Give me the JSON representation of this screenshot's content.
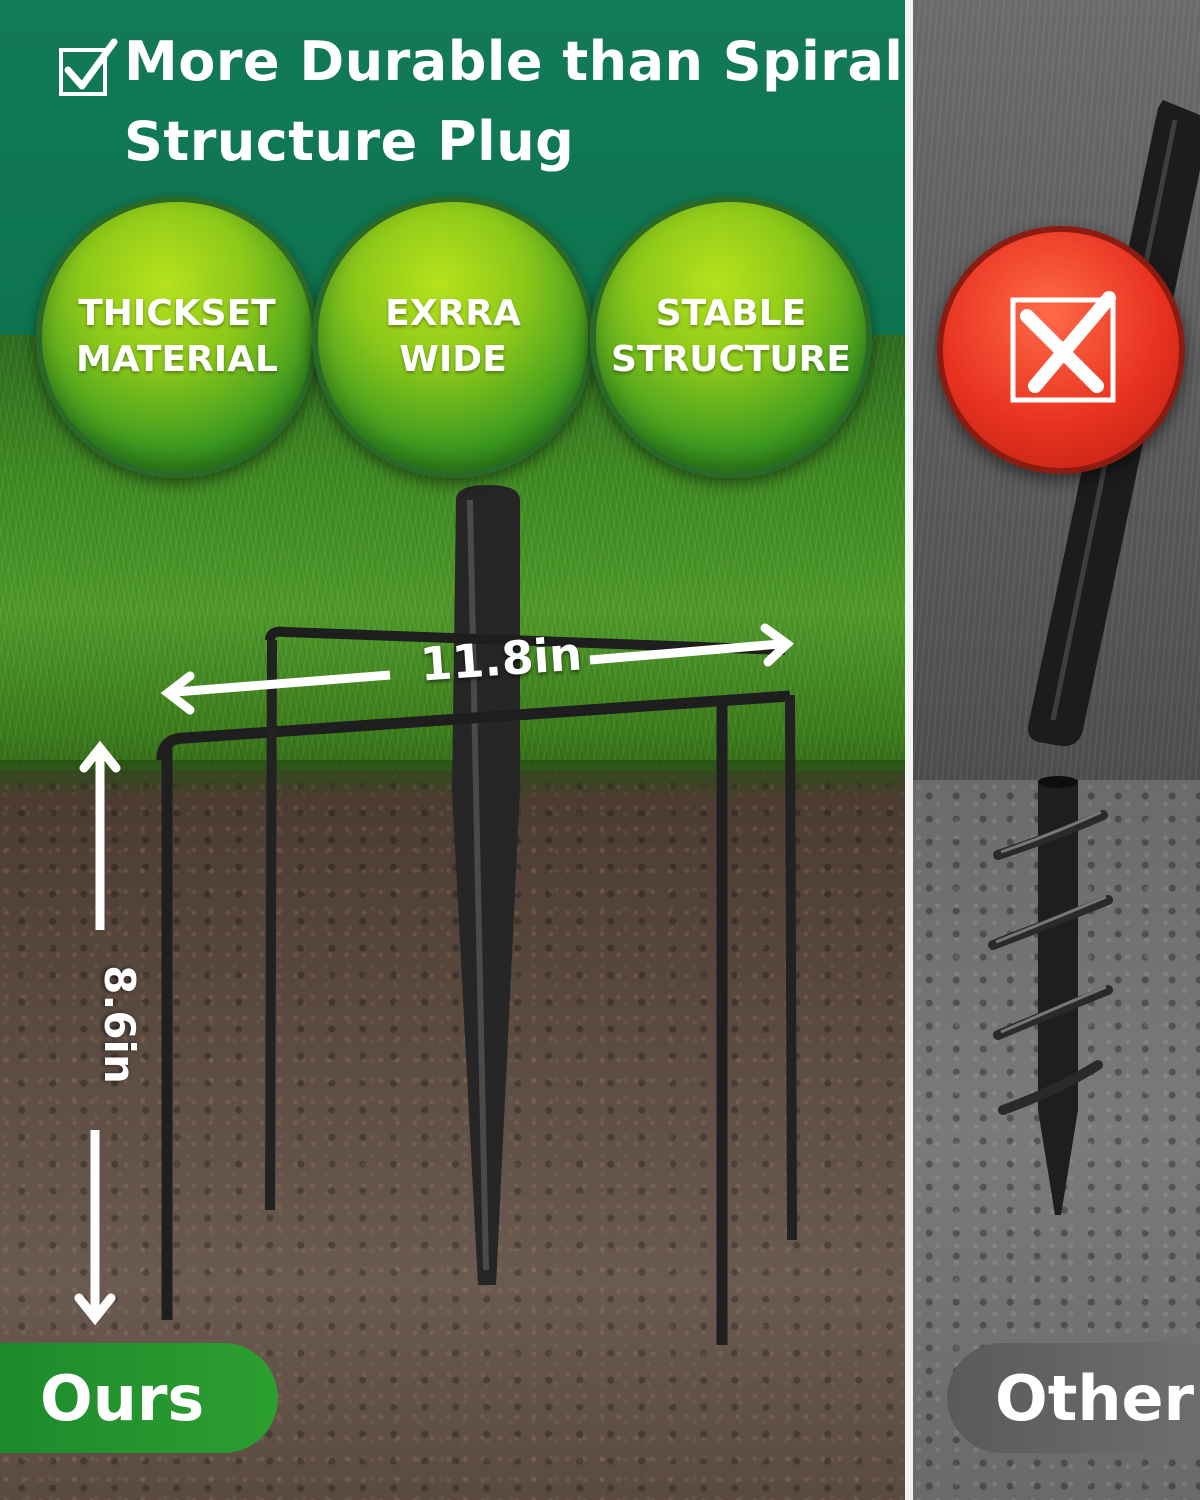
{
  "headline": {
    "line1": "More Durable than Spiral",
    "line2": "Structure Plug",
    "check_icon": "checkbox-check-icon"
  },
  "features": [
    {
      "line1": "THICKSET",
      "line2": "MATERIAL"
    },
    {
      "line1": "EXRRA",
      "line2": "WIDE"
    },
    {
      "line1": "STABLE",
      "line2": "STRUCTURE"
    }
  ],
  "dimensions": {
    "width": "11.8in",
    "height": "8.6in"
  },
  "labels": {
    "ours": "Ours",
    "other": "Other"
  },
  "icons": {
    "reject": "x-mark-icon"
  },
  "colors": {
    "header_green": "#127a55",
    "badge_green": "#8cc81a",
    "ours_tag": "#2c9f30",
    "reject_red": "#e8321f",
    "other_tag": "#6e6e6e"
  }
}
